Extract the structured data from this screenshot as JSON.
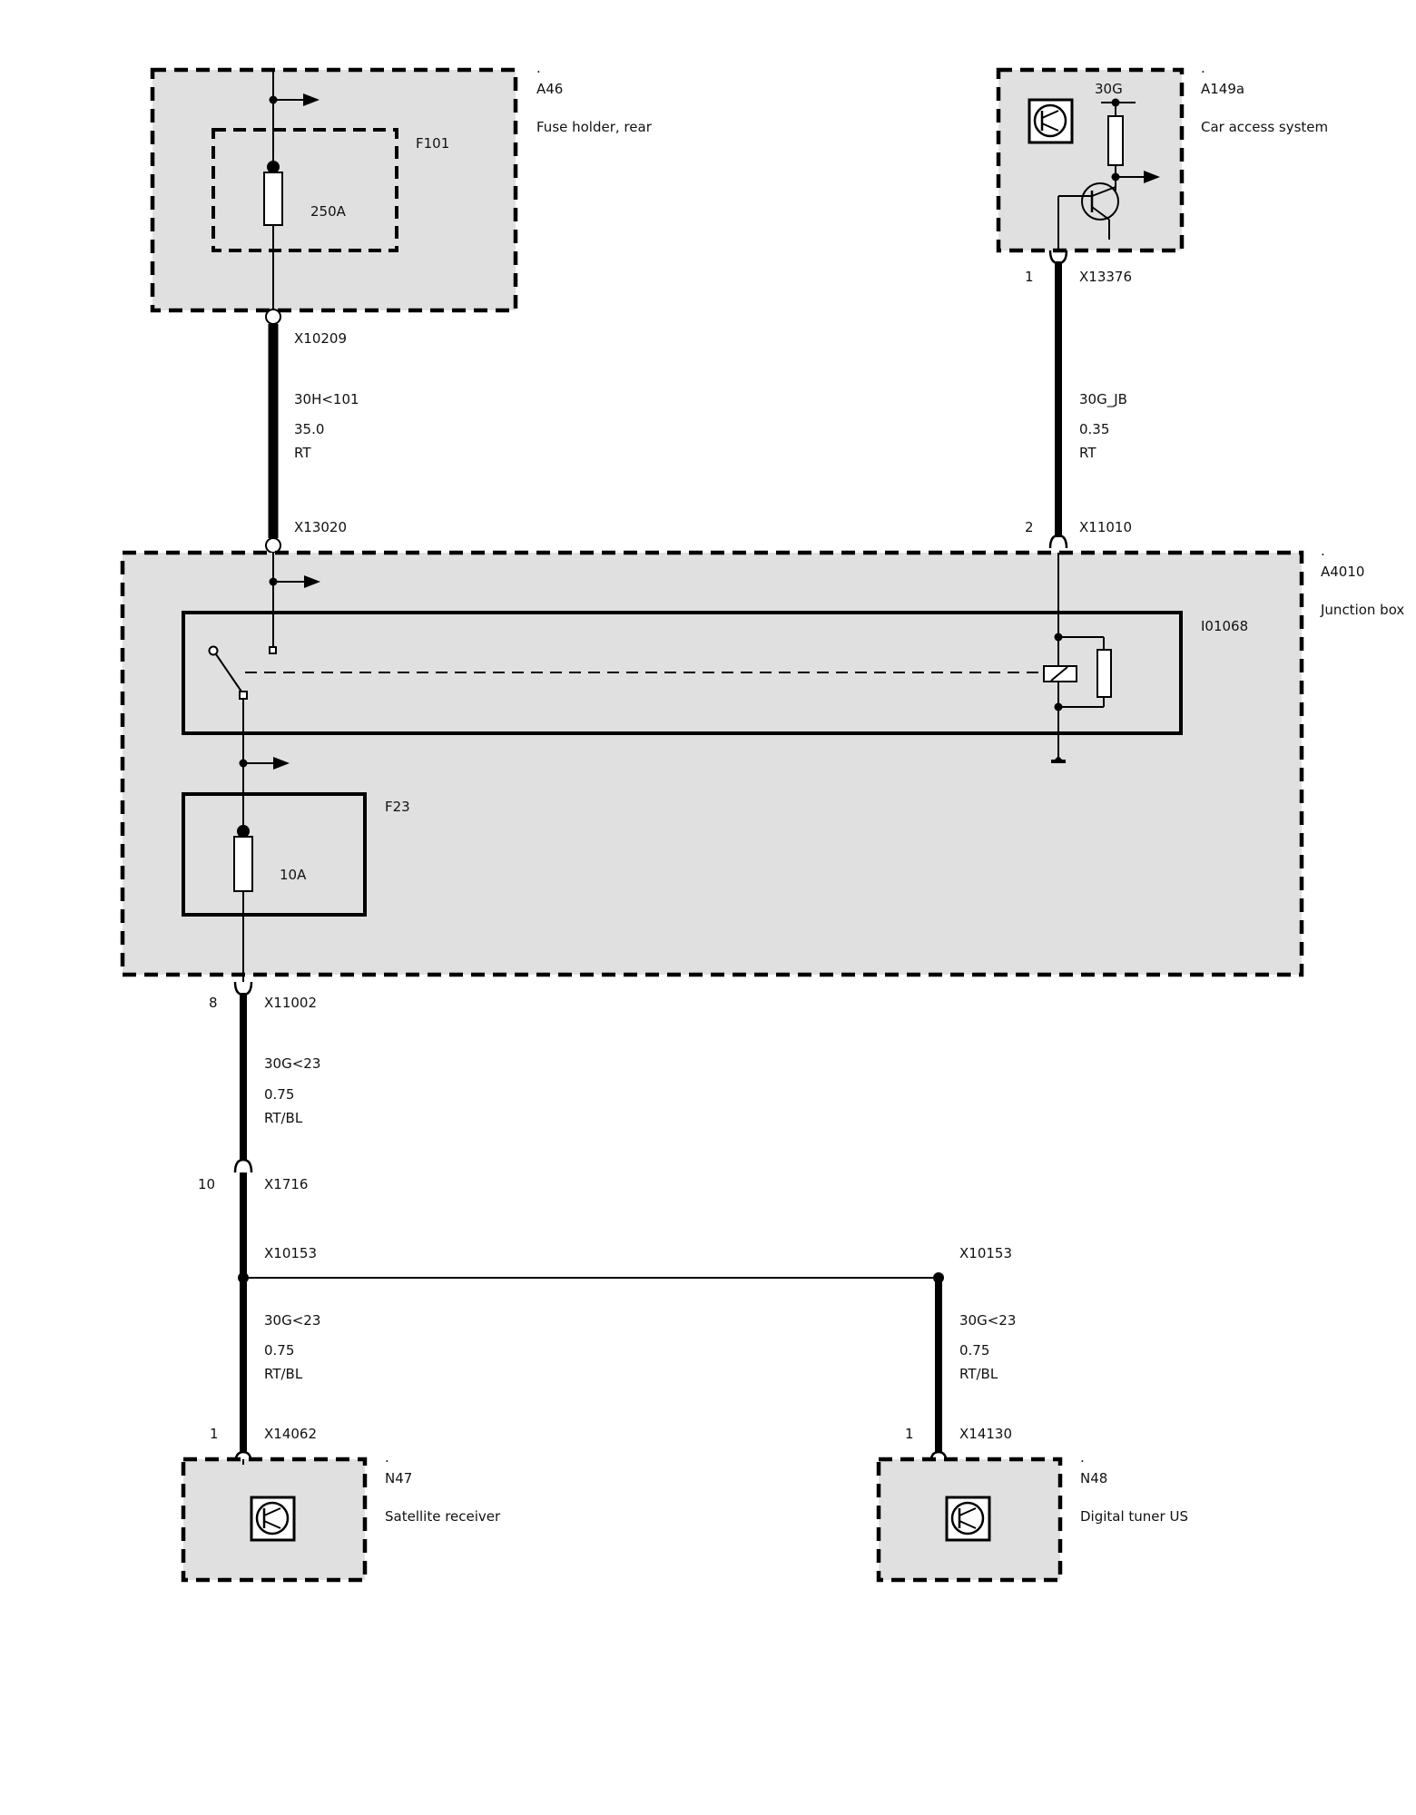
{
  "components": {
    "a46": {
      "dot": ".",
      "id": "A46",
      "name": "Fuse holder, rear",
      "fuse_id": "F101",
      "fuse_rating": "250A"
    },
    "a149a": {
      "dot": ".",
      "id": "A149a",
      "name": "Car access system",
      "terminal": "30G"
    },
    "a4010": {
      "dot": ".",
      "id": "A4010",
      "name": "Junction box",
      "relay_id": "I01068",
      "fuse_id": "F23",
      "fuse_rating": "10A"
    },
    "n47": {
      "dot": ".",
      "id": "N47",
      "name": "Satellite receiver"
    },
    "n48": {
      "dot": ".",
      "id": "N48",
      "name": "Digital tuner US"
    }
  },
  "connectors": {
    "x10209": {
      "id": "X10209",
      "pin": ""
    },
    "x13376": {
      "id": "X13376",
      "pin": "1"
    },
    "x13020": {
      "id": "X13020",
      "pin": ""
    },
    "x11010": {
      "id": "X11010",
      "pin": "2"
    },
    "x11002": {
      "id": "X11002",
      "pin": "8"
    },
    "x1716": {
      "id": "X1716",
      "pin": "10"
    },
    "x10153_left": {
      "id": "X10153"
    },
    "x10153_right": {
      "id": "X10153"
    },
    "x14062": {
      "id": "X14062",
      "pin": "1"
    },
    "x14130": {
      "id": "X14130",
      "pin": "1"
    }
  },
  "wires": {
    "w1": {
      "signal": "30H<101",
      "size": "35.0",
      "color": "RT"
    },
    "w2": {
      "signal": "30G_JB",
      "size": "0.35",
      "color": "RT"
    },
    "w3": {
      "signal": "30G<23",
      "size": "0.75",
      "color": "RT/BL"
    },
    "w4": {
      "signal": "30G<23",
      "size": "0.75",
      "color": "RT/BL"
    },
    "w5": {
      "signal": "30G<23",
      "size": "0.75",
      "color": "RT/BL"
    }
  },
  "icons": {
    "control_unit": "control-unit-icon",
    "fuse": "fuse-icon",
    "relay": "relay-coil-icon",
    "transistor": "transistor-icon"
  }
}
